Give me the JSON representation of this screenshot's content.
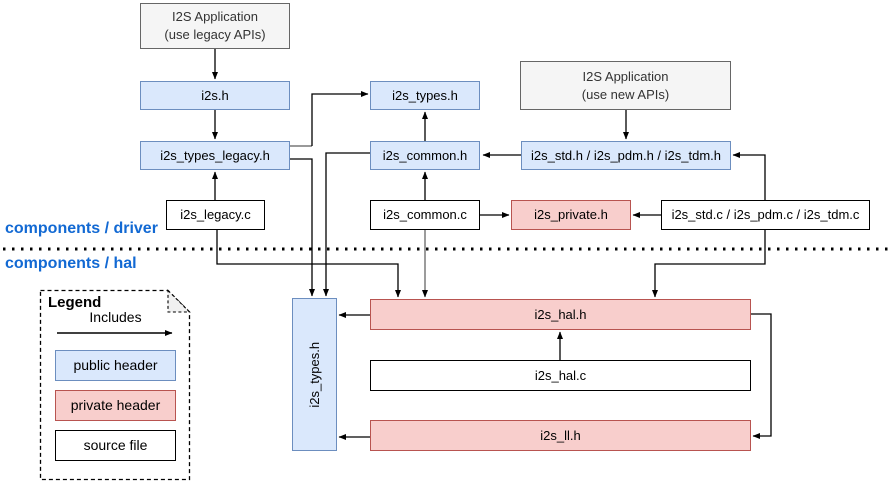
{
  "layers": {
    "driver_label": "components / driver",
    "hal_label": "components / hal"
  },
  "nodes": {
    "app_legacy_line1": "I2S Application",
    "app_legacy_line2": "(use legacy APIs)",
    "app_new_line1": "I2S Application",
    "app_new_line2": "(use new APIs)",
    "i2s_h": "i2s.h",
    "i2s_types_h_driver": "i2s_types.h",
    "i2s_types_legacy_h": "i2s_types_legacy.h",
    "i2s_common_h": "i2s_common.h",
    "i2s_std_headers": "i2s_std.h / i2s_pdm.h / i2s_tdm.h",
    "i2s_legacy_c": "i2s_legacy.c",
    "i2s_common_c": "i2s_common.c",
    "i2s_private_h": "i2s_private.h",
    "i2s_std_sources": "i2s_std.c / i2s_pdm.c / i2s_tdm.c",
    "i2s_types_h_hal": "i2s_types.h",
    "i2s_hal_h": "i2s_hal.h",
    "i2s_hal_c": "i2s_hal.c",
    "i2s_ll_h": "i2s_ll.h"
  },
  "legend": {
    "title": "Legend",
    "arrow_label": "Includes",
    "items": {
      "public": "public header",
      "private": "private header",
      "source": "source file"
    }
  },
  "colors": {
    "public_header_fill": "#dae8fc",
    "public_header_border": "#6c8ebf",
    "private_header_fill": "#f8cecc",
    "private_header_border": "#b85450",
    "source_file_fill": "#ffffff",
    "source_file_border": "#000000",
    "application_fill": "#f5f5f5",
    "application_border": "#666666",
    "layer_label_text": "#1269d3",
    "connector": "#000000"
  }
}
